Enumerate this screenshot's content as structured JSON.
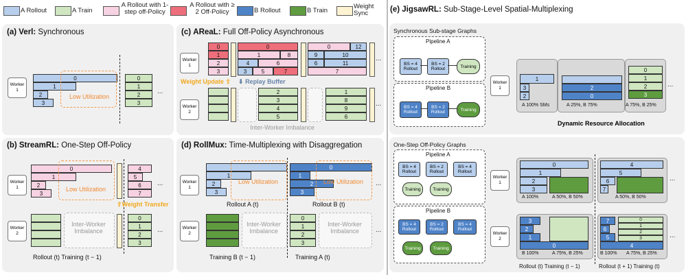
{
  "legend": [
    {
      "label": "A Rollout",
      "color": "#b7cfec"
    },
    {
      "label": "A Train",
      "color": "#cfe6c1"
    },
    {
      "label": "A Rollout with 1-step off-Policy",
      "color": "#f7d2e2"
    },
    {
      "label": "A Rollout with ≥ 2 Off-Policy",
      "color": "#ee6f7b"
    },
    {
      "label": "B Rollout",
      "color": "#4f83c8"
    },
    {
      "label": "B Train",
      "color": "#5e9c3f"
    },
    {
      "label": "Weight Sync",
      "color": "#fdf3d2"
    }
  ],
  "panels": {
    "a": {
      "tag": "(a)",
      "name": "Verl:",
      "desc": " Synchronous",
      "worker": "Worker 1",
      "note": "Low Utilization"
    },
    "b": {
      "tag": "(b)",
      "name": "StreamRL:",
      "desc": " One-Step Off-Policy",
      "worker1": "Worker 1",
      "worker2": "Worker 2",
      "note": "Low Utilization",
      "weight_transfer": "Weight Transfer",
      "imbalance": "Inter-Worker Imbalance",
      "caption": "Rollout (t)  Training (t − 1)"
    },
    "c": {
      "tag": "(c)",
      "name": "AReaL:",
      "desc": " Full Off-Policy Asynchronous",
      "worker1": "Worker 1",
      "worker2": "Worker 2",
      "weight_update": "Weight Update",
      "replay": "Replay Buffer",
      "imbalance": "Inter-Worker Imbalance"
    },
    "d": {
      "tag": "(d)",
      "name": "RollMux:",
      "desc": " Time-Multiplexing with Disaggregation",
      "worker1": "Worker 1",
      "worker2": "Worker 2",
      "note": "Low Utilization",
      "imbalance": "Inter-Worker Imbalance",
      "cap_a": "Rollout A (t)",
      "cap_b": "Rollout B (t)",
      "cap_c": "Training B (t − 1)",
      "cap_d": "Training A (t)"
    },
    "e": {
      "tag": "(e)",
      "name": "JigsawRL:",
      "desc": " Sub-Stage-Level Spatial-Multiplexing",
      "sync_title": "Synchronous Sub-stage Graphs",
      "async_title": "One-Step Off-Policy Graphs",
      "pipeA": "Pipeline A",
      "pipeB": "Pipeline B",
      "bs4": "BS = 4",
      "bs2": "BS = 2",
      "rollout": "Rollout",
      "training": "Training",
      "worker1": "Worker 1",
      "worker2": "Worker 2",
      "dra": "Dynamic Resource Allocation",
      "lab1": "A 100% SMs",
      "lab2": "A 25%, B 75%",
      "lab3": "A 75%, B 25%",
      "lab4": "A 100%",
      "lab5": "A 50%, B 50%",
      "lab6": "A 50%, B 50%",
      "lab7": "B 100%",
      "lab8": "A 75%, B 25%",
      "lab9": "B 100%",
      "lab10": "A 75%, B 25%",
      "cap1": "Rollout (t) Training (t − 1)",
      "cap2": "Rollout (t + 1) Training (t)"
    }
  },
  "nums": {
    "n0": "0",
    "n1": "1",
    "n2": "2",
    "n3": "3",
    "n4": "4",
    "n5": "5",
    "n6": "6",
    "n7": "7",
    "n8": "8",
    "n9": "9",
    "n10": "10",
    "n11": "11",
    "n12": "12"
  },
  "ellipsis": "..."
}
